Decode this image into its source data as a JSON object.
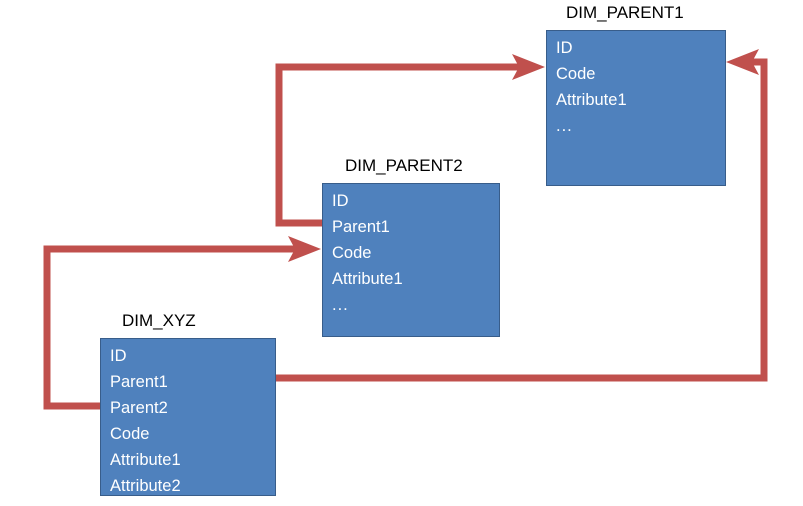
{
  "diagram": {
    "type": "entity-relationship",
    "background_color": "#FFFFFF",
    "entity_fill_color": "#4F81BD",
    "entity_border_color": "#385D8A",
    "entity_text_color": "#FFFFFF",
    "connector_color": "#C0504D",
    "title_text_color": "#000000"
  },
  "entities": [
    {
      "name": "DIM_PARENT1",
      "fields": [
        "ID",
        "Code",
        "Attribute1",
        "..."
      ]
    },
    {
      "name": "DIM_PARENT2",
      "fields": [
        "ID",
        "Parent1",
        "Code",
        "Attribute1",
        "..."
      ]
    },
    {
      "name": "DIM_XYZ",
      "fields": [
        "ID",
        "Parent1",
        "Parent2",
        "Code",
        "Attribute1",
        "Attribute2"
      ]
    }
  ],
  "connectors": [
    {
      "name": "parent2-parent1-link",
      "from_entity": "DIM_PARENT2",
      "from_field": "Parent1",
      "to_entity": "DIM_PARENT1",
      "to_field": "Code",
      "arrowhead": "to"
    },
    {
      "name": "xyz-parent2-link",
      "from_entity": "DIM_XYZ",
      "from_field": "Parent2",
      "to_entity": "DIM_PARENT2",
      "to_field": "Code",
      "arrowhead": "to"
    },
    {
      "name": "xyz-parent1-link",
      "from_entity": "DIM_XYZ",
      "from_field": "Parent1",
      "to_entity": "DIM_PARENT1",
      "to_field": "Code",
      "arrowhead": "to"
    }
  ]
}
